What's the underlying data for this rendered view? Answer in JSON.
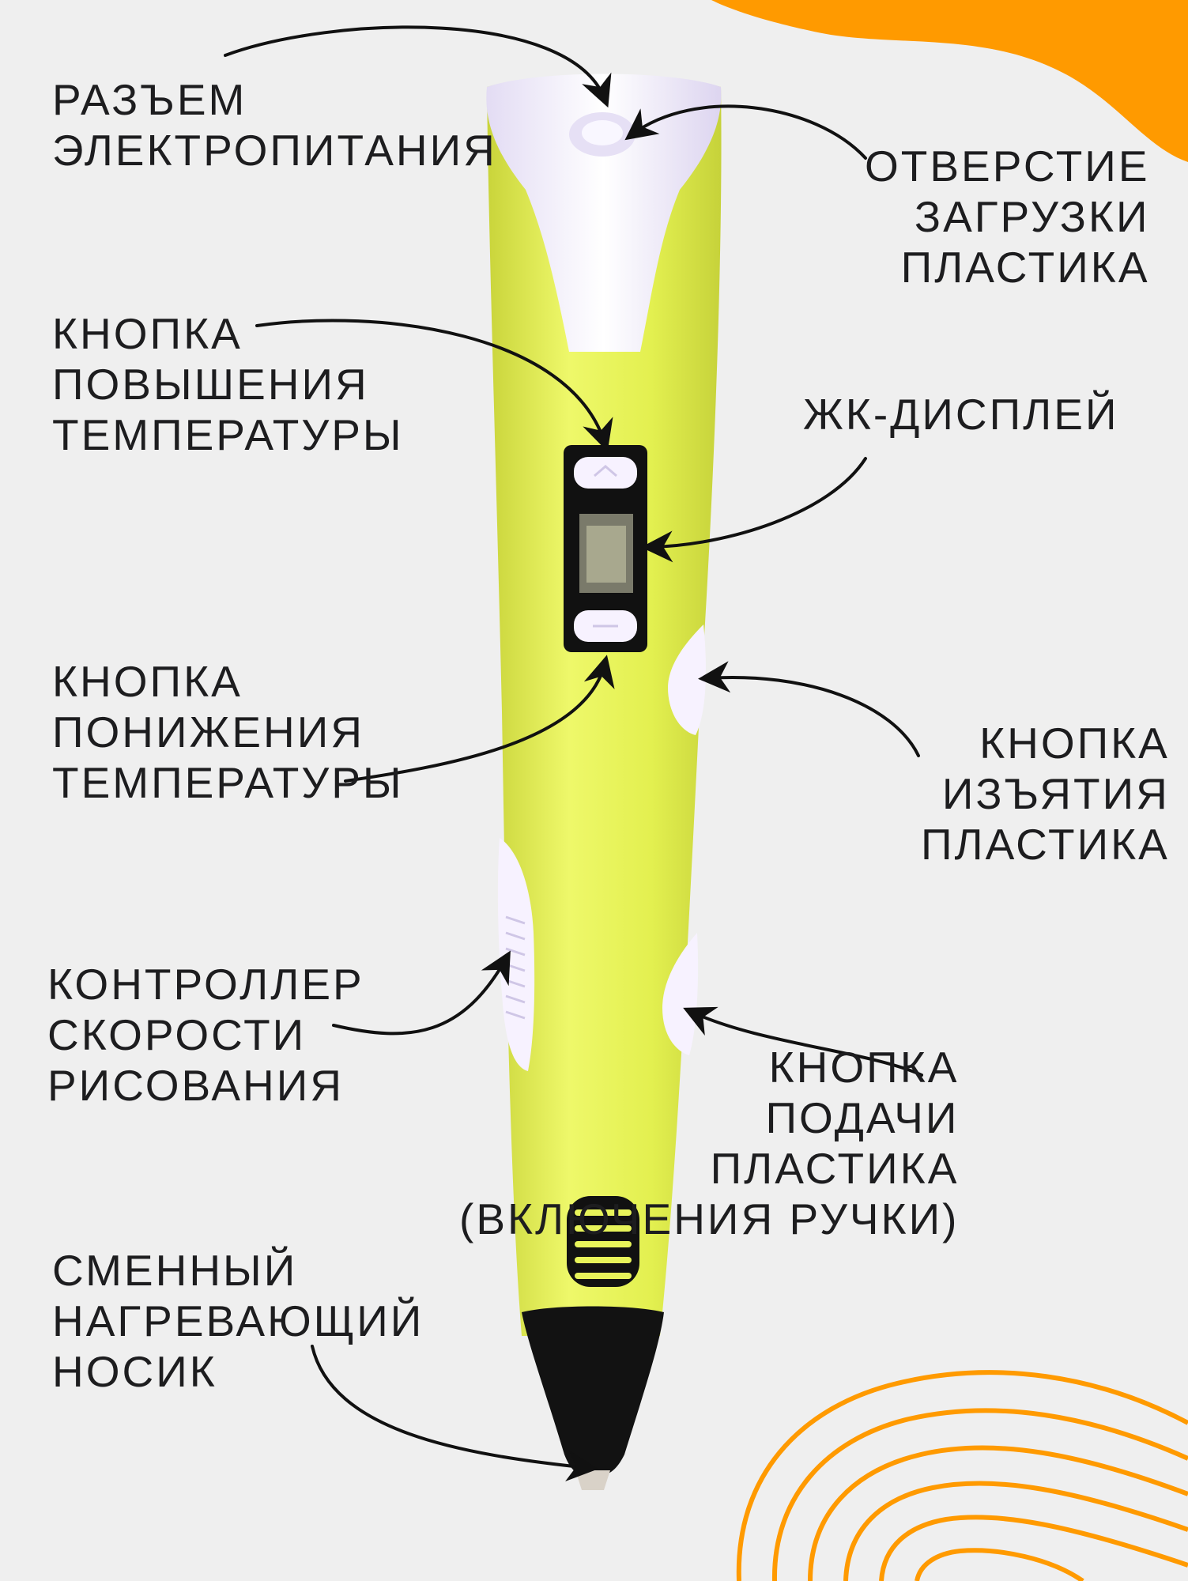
{
  "colors": {
    "background": "#efefef",
    "accent_orange": "#ff9a00",
    "pen_body": "#e7f35a",
    "pen_white": "#f7f2ff",
    "pen_black": "#111111",
    "text": "#1d1d1f"
  },
  "callouts": {
    "power_connector": [
      "Разъем",
      "электропитания"
    ],
    "plastic_inlet": [
      "Отверстие",
      "загрузки",
      "пластика"
    ],
    "temp_up_button": [
      "Кнопка",
      "повышения",
      "температуры"
    ],
    "lcd_display": [
      "ЖК-дисплей"
    ],
    "temp_down_button": [
      "Кнопка",
      "понижения",
      "температуры"
    ],
    "eject_button": [
      "Кнопка",
      "изъятия",
      "пластика"
    ],
    "speed_controller": [
      "Контроллер",
      "скорости",
      "рисования"
    ],
    "feed_button": [
      "Кнопка",
      "подачи",
      "пластика",
      "(включения ручки)"
    ],
    "nozzle": [
      "Сменный",
      "нагревающий",
      "носик"
    ]
  },
  "icons": {
    "arrow": "curved-arrow-icon"
  }
}
